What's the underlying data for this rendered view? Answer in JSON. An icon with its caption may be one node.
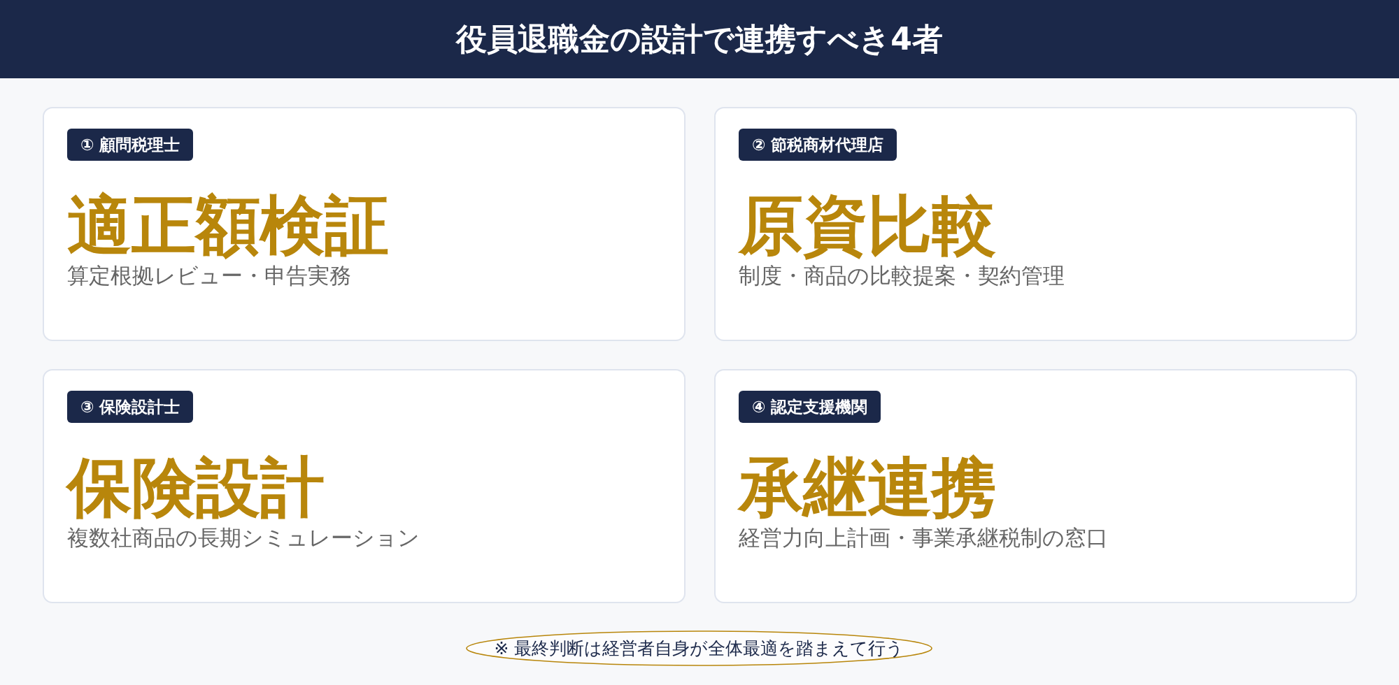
{
  "diagram": {
    "title": "役員退職金の設計で連携すべき4者",
    "nodes": [
      {
        "text": [
          "適正額検証",
          "算定根拠レビュー・申告実務"
        ]
      },
      {
        "text": [
          "① 顧問税理士"
        ],
        "in": 0
      },
      {
        "text": [
          "原資比較",
          "制度・商品の比較提案・契約管理"
        ]
      },
      {
        "text": [
          "② 節税商材代理店"
        ],
        "in": 2
      },
      {
        "text": [
          "保険設計",
          "複数社商品の長期シミュレーション"
        ]
      },
      {
        "text": [
          "③ 保険設計士"
        ],
        "in": 4
      },
      {
        "text": [
          "承継連携",
          "経営力向上計画・事業承継税制の窓口"
        ]
      },
      {
        "text": [
          "④ 認定支援機関"
        ],
        "in": 6
      },
      {
        "text": [
          "※ 最終判断は経営者自身が全体最適を踏まえて行う"
        ]
      }
    ]
  }
}
